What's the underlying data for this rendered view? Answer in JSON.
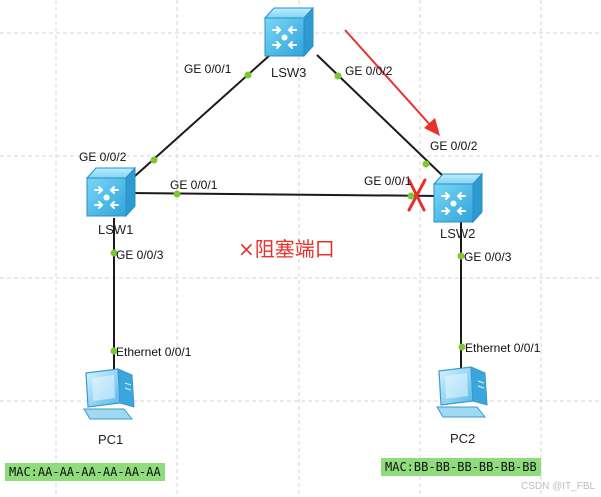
{
  "devices": {
    "lsw3": {
      "name": "LSW3"
    },
    "lsw1": {
      "name": "LSW1"
    },
    "lsw2": {
      "name": "LSW2"
    },
    "pc1": {
      "name": "PC1"
    },
    "pc2": {
      "name": "PC2"
    }
  },
  "ports": {
    "lsw3_left": "GE 0/0/1",
    "lsw3_right": "GE 0/0/2",
    "lsw1_top": "GE 0/0/2",
    "lsw1_right": "GE 0/0/1",
    "lsw1_bottom": "GE 0/0/3",
    "lsw2_top": "GE 0/0/2",
    "lsw2_left": "GE 0/0/1",
    "lsw2_bottom": "GE 0/0/3",
    "pc1_eth": "Ethernet 0/0/1",
    "pc2_eth": "Ethernet 0/0/1"
  },
  "annotation": {
    "blocked_port": "×阻塞端口"
  },
  "macs": {
    "pc1": "MAC:AA-AA-AA-AA-AA-AA",
    "pc2": "MAC:BB-BB-BB-BB-BB-BB"
  },
  "watermark": "CSDN @IT_FBL",
  "colors": {
    "link": "#1a1a1a",
    "port_dot": "#7cc832",
    "annotation_red": "#e8312b",
    "mac_bg": "#8fdc7c",
    "grid": "#d6d6d6",
    "switch_blue": "#5fc8ee"
  },
  "icons": {
    "switch": "switch-icon",
    "pc": "pc-icon",
    "blocked": "x-mark-icon",
    "arrow": "arrow-icon"
  }
}
